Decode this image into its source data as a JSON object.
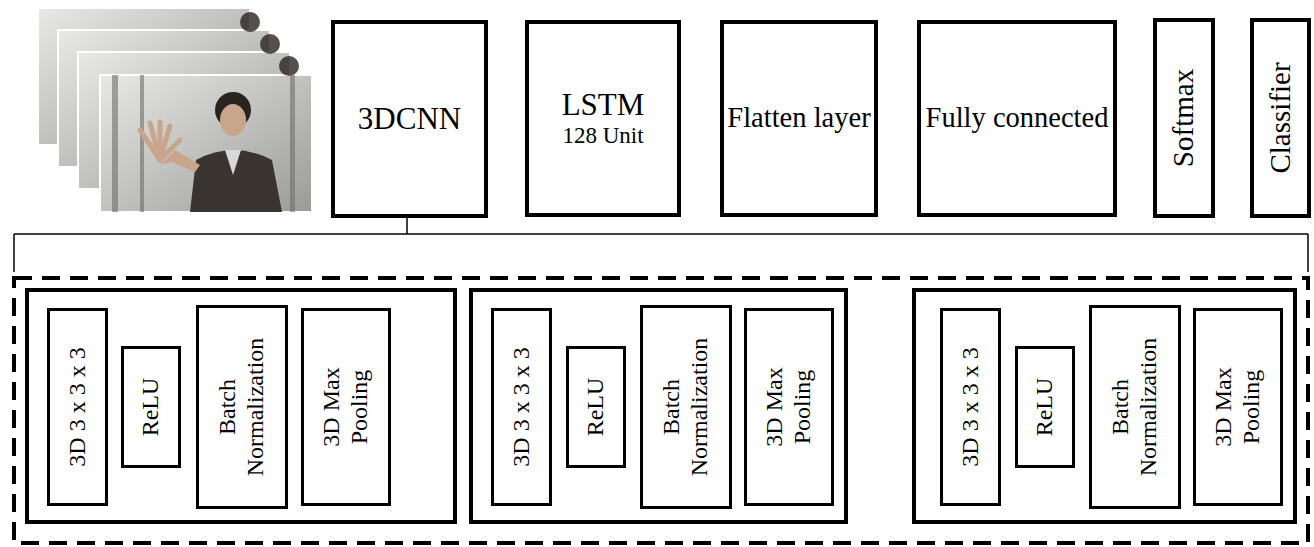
{
  "diagram": {
    "nodes": [
      {
        "text": [
          "3DCNN"
        ]
      },
      {
        "text": [
          "LSTM",
          "128 Unit"
        ]
      },
      {
        "text": [
          "Flatten layer"
        ]
      },
      {
        "text": [
          "Fully connected"
        ]
      },
      {
        "text": [
          "Softmax"
        ]
      },
      {
        "text": [
          "Classifier"
        ]
      },
      {
        "text": [
          "3D 3 x 3 x 3"
        ]
      },
      {
        "text": [
          "ReLU"
        ]
      },
      {
        "text": [
          "Batch Normalization"
        ]
      },
      {
        "text": [
          "3D Max Pooling"
        ]
      },
      {
        "text": [
          "3D 3 x 3 x 3"
        ]
      },
      {
        "text": [
          "ReLU"
        ]
      },
      {
        "text": [
          "Batch Normalization"
        ]
      },
      {
        "text": [
          "3D Max Pooling"
        ]
      },
      {
        "text": [
          "3D 3 x 3 x 3"
        ]
      },
      {
        "text": [
          "ReLU"
        ]
      },
      {
        "text": [
          "Batch Normalization"
        ]
      },
      {
        "text": [
          "3D Max Pooling"
        ]
      }
    ]
  }
}
